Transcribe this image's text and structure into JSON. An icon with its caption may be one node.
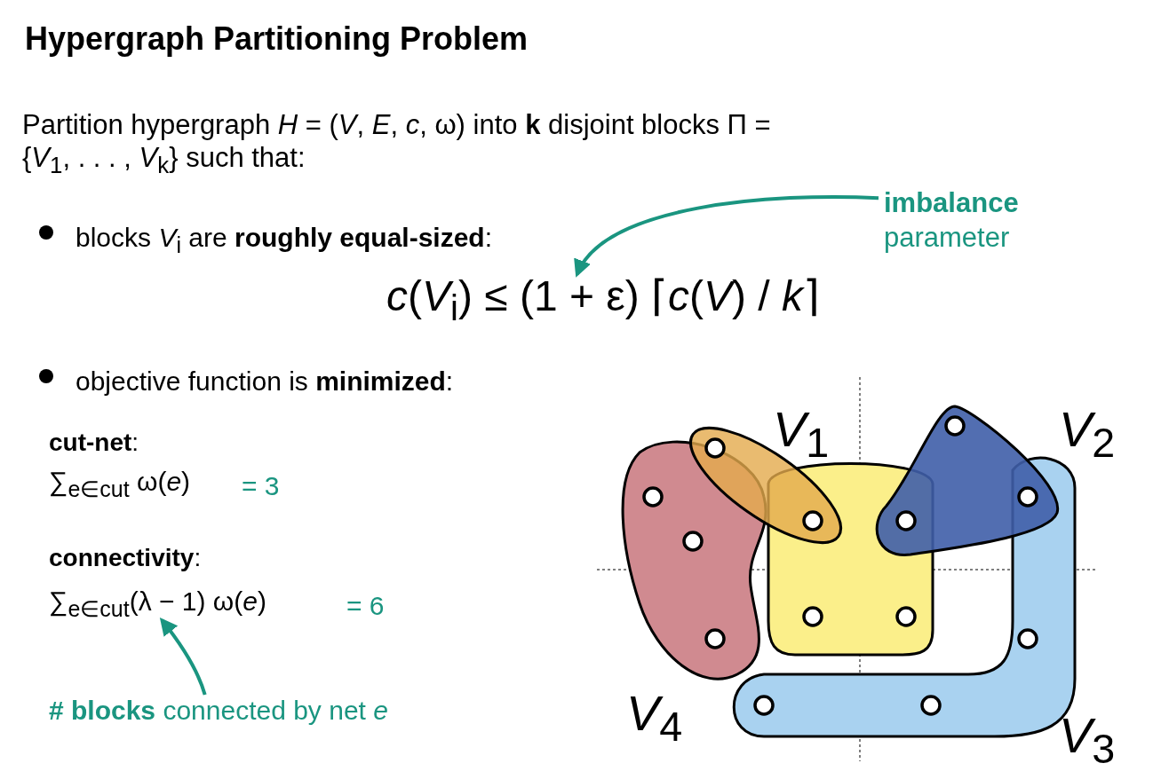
{
  "diagram": {
    "title": "Hypergraph Partitioning Problem",
    "nodes": [
      {
        "text": [
          "**imbalance** parameter"
        ]
      },
      {
        "text": [
          "**# blocks** connected by net *e*"
        ]
      },
      {
        "text": [
          "*c*(*V*$_{i}$) ≤ (1 + ε) ⌈*c*(*V*) / *k*⌉"
        ]
      },
      {
        "text": [
          "∑$_{e∈cut}$(λ − 1) ω(*e*)"
        ]
      }
    ],
    "edges": [
      {
        "from": 0,
        "to": 2,
        "arrow": "to"
      },
      {
        "from": 1,
        "to": 3,
        "arrow": "to"
      }
    ],
    "labels": [
      "Partition hypergraph *H* = (*V*, *E*, *c*, ω) into **k** disjoint blocks Π = {*V*$_{1}$, . . . , *V*$_{k}$} such that:",
      "blocks *V*$_{i}$ are **roughly equal-sized**:",
      "objective function is **minimized**:",
      "**cut-net**:",
      "∑$_{e∈cut}$ ω(*e*)",
      "= 3",
      "**connectivity**:",
      "= 6",
      "*V*$_{1}$",
      "*V*$_{2}$",
      "*V*$_{4}$",
      "*V*$_{3}$"
    ]
  }
}
